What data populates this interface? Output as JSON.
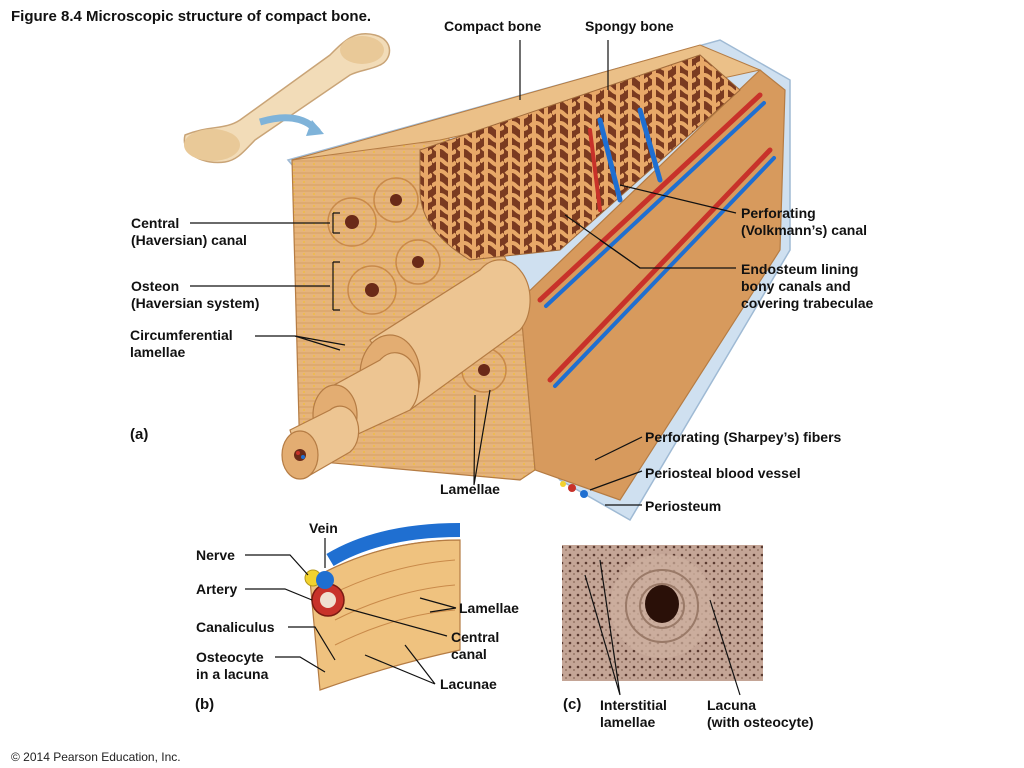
{
  "figure": {
    "title": "Figure 8.4  Microscopic structure of compact bone.",
    "copyright": "© 2014 Pearson Education, Inc."
  },
  "part_a": {
    "tag": "(a)",
    "labels": {
      "compact_bone": "Compact bone",
      "spongy_bone": "Spongy bone",
      "central_canal": "Central\n(Haversian) canal",
      "osteon": "Osteon\n(Haversian system)",
      "circumferential": "Circumferential\nlamellae",
      "perforating_canal": "Perforating\n(Volkmann’s) canal",
      "endosteum": "Endosteum lining\nbony canals and\ncovering trabeculae",
      "sharpey": "Perforating (Sharpey’s) fibers",
      "periosteal_vessel": "Periosteal blood vessel",
      "periosteum": "Periosteum",
      "lamellae": "Lamellae"
    }
  },
  "part_b": {
    "tag": "(b)",
    "labels": {
      "vein": "Vein",
      "nerve": "Nerve",
      "artery": "Artery",
      "canaliculus": "Canaliculus",
      "osteocyte": "Osteocyte\nin a lacuna",
      "lamellae": "Lamellae",
      "central_canal": "Central\ncanal",
      "lacunae": "Lacunae"
    }
  },
  "part_c": {
    "tag": "(c)",
    "labels": {
      "interstitial": "Interstitial\nlamellae",
      "lacuna": "Lacuna\n(with osteocyte)"
    }
  },
  "colors": {
    "bone": "#e8b980",
    "bone_dark": "#c98a4a",
    "spongy": "#d99a5c",
    "vein": "#1f6fd1",
    "artery": "#c8322a",
    "nerve": "#f2d22e",
    "periosteum": "#cfe0f0",
    "micrograph": "#b99a8a"
  }
}
